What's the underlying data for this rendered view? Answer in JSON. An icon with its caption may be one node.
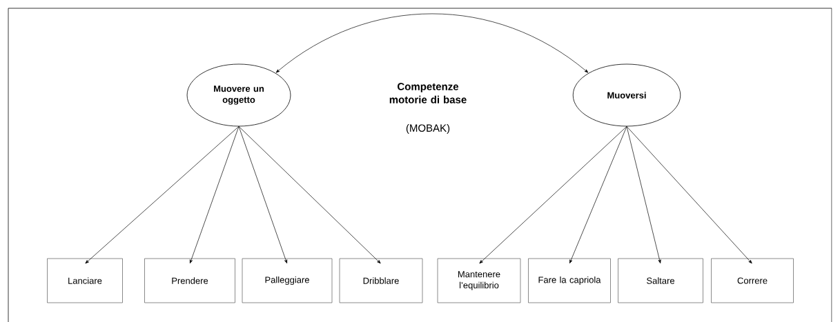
{
  "diagram": {
    "nodes": [
      {
        "text": [
          "Muovere un oggetto"
        ]
      },
      {
        "text": [
          "Muoversi"
        ]
      },
      {
        "text": [
          "Lanciare"
        ]
      },
      {
        "text": [
          "Prendere"
        ]
      },
      {
        "text": [
          "Palleggiare"
        ]
      },
      {
        "text": [
          "Dribblare"
        ]
      },
      {
        "text": [
          "Mantenere l’equilibrio"
        ]
      },
      {
        "text": [
          "Fare la capriola"
        ]
      },
      {
        "text": [
          "Saltare"
        ]
      },
      {
        "text": [
          "Correre"
        ]
      }
    ],
    "edges": [
      {
        "from": 0,
        "to": 1,
        "arrow": "both"
      },
      {
        "from": 0,
        "to": 2,
        "arrow": "to"
      },
      {
        "from": 0,
        "to": 3,
        "arrow": "to"
      },
      {
        "from": 0,
        "to": 4,
        "arrow": "to"
      },
      {
        "from": 0,
        "to": 5,
        "arrow": "to"
      },
      {
        "from": 1,
        "to": 6,
        "arrow": "to"
      },
      {
        "from": 1,
        "to": 7,
        "arrow": "to"
      },
      {
        "from": 1,
        "to": 8,
        "arrow": "to"
      },
      {
        "from": 1,
        "to": 9,
        "arrow": "to"
      }
    ],
    "labels": [
      "Competenze motorie di base",
      "(MOBAK)"
    ]
  }
}
